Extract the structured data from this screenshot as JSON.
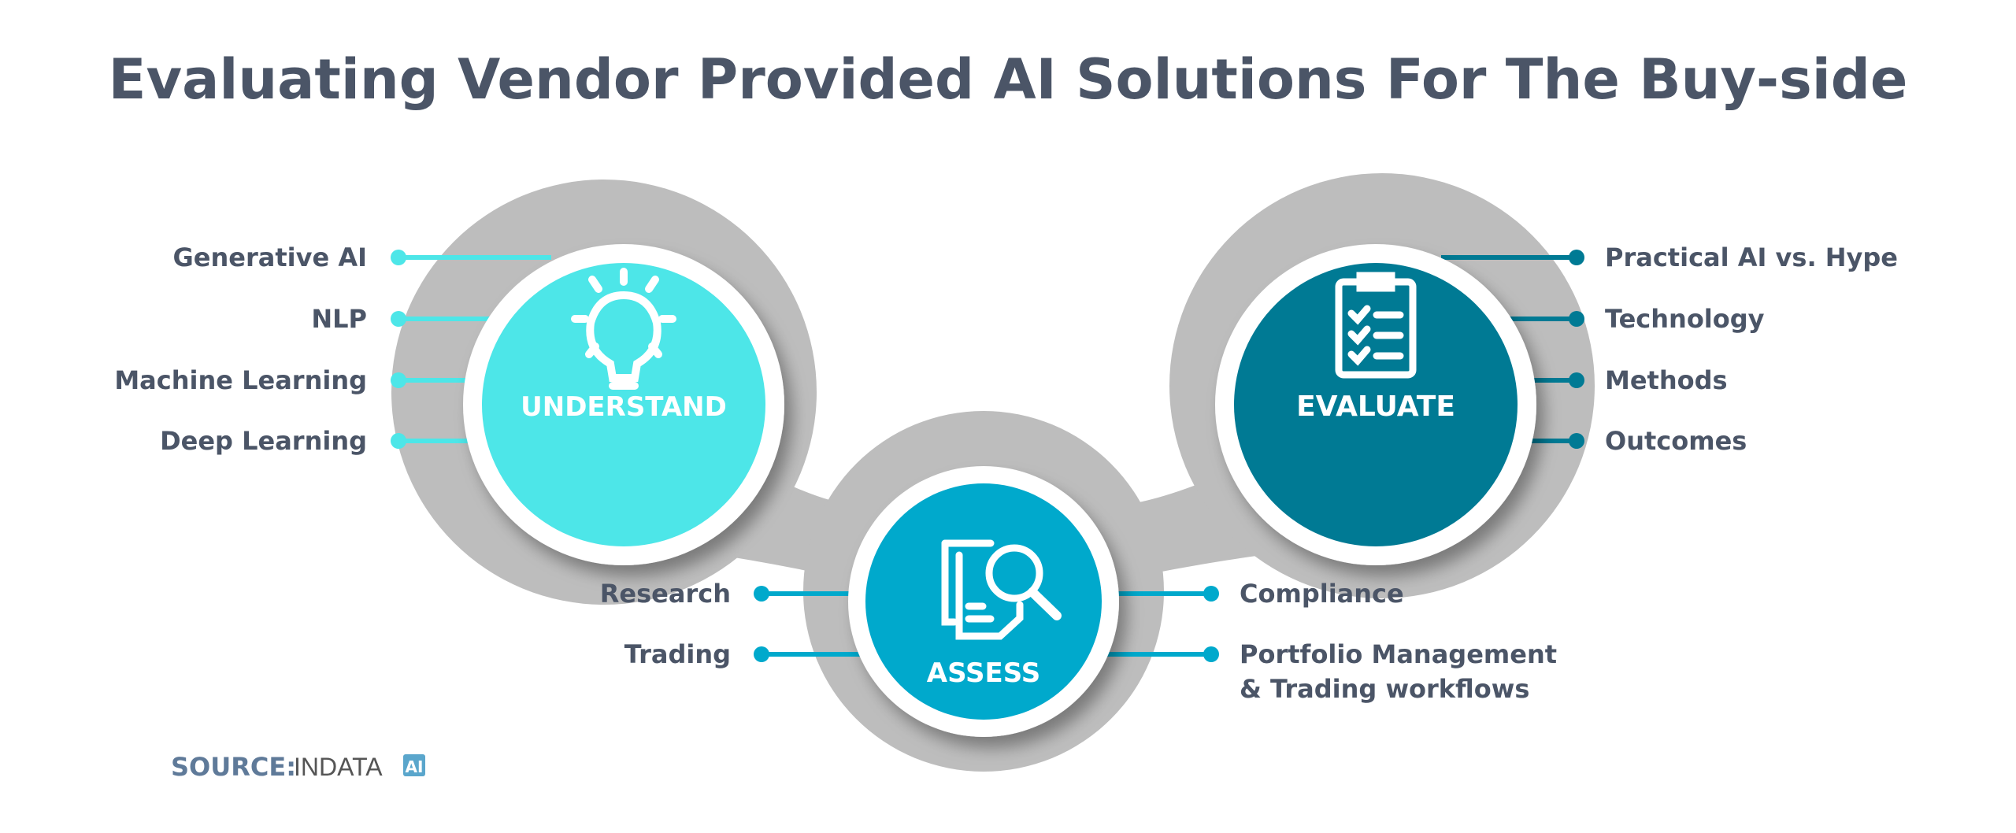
{
  "title": "Evaluating Vendor Provided AI Solutions For The Buy-side",
  "colors": {
    "understand": "#4de6e8",
    "assess": "#00a9cc",
    "evaluate": "#007a94",
    "ring": "#bdbdbd",
    "text": "#4b5567"
  },
  "understand": {
    "label": "UNDERSTAND",
    "icon": "lightbulb-icon",
    "items": [
      "Generative AI",
      "NLP",
      "Machine Learning",
      "Deep Learning"
    ]
  },
  "assess": {
    "label": "ASSESS",
    "icon": "document-search-icon",
    "left_items": [
      "Research",
      "Trading"
    ],
    "right_items": [
      "Compliance",
      "Portfolio Management",
      "& Trading workflows"
    ]
  },
  "evaluate": {
    "label": "EVALUATE",
    "icon": "clipboard-checklist-icon",
    "items": [
      "Practical AI vs. Hype",
      "Technology",
      "Methods",
      "Outcomes"
    ]
  },
  "source": {
    "label": "SOURCE:",
    "brand": "INDATA",
    "brand_badge": "AI"
  }
}
